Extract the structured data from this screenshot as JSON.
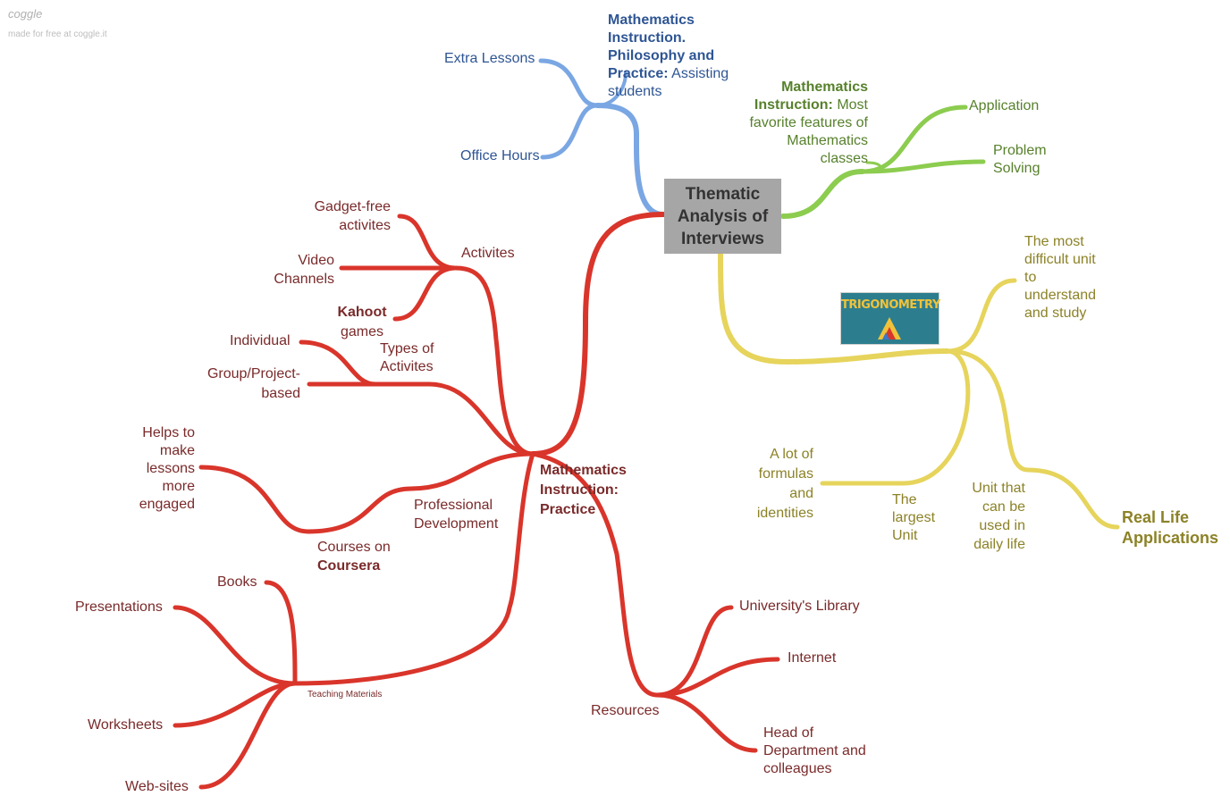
{
  "branding": {
    "logo": "coggle",
    "tagline": "made for free at coggle.it"
  },
  "colors": {
    "red": "#d9352b",
    "blue": "#7aa7e3",
    "green": "#8ccc4f",
    "yellow": "#e6d45c"
  },
  "center": {
    "title": "Thematic Analysis of Interviews"
  },
  "blue": {
    "node_bold": "Mathematics Instruction. Philosophy and Practice:",
    "node_rest": "Assisting students",
    "extra": "Extra Lessons",
    "office": "Office Hours"
  },
  "green": {
    "node_bold": "Mathematics Instruction:",
    "node_rest": "Most favorite features of Mathematics classes",
    "application": "Application",
    "problem": "Problem Solving"
  },
  "yellow": {
    "image_label": "TRIGONOMETRY",
    "difficult": "The most difficult unit to understand and study",
    "largest": "The largest Unit",
    "formulas": "A lot of formulas and identities",
    "daily": "Unit that can be used in daily life",
    "real_life": "Real Life Applications"
  },
  "red": {
    "main": "Mathematics Instruction: Practice",
    "activites": "Activites",
    "gadget": "Gadget-free activites",
    "video": "Video Channels",
    "kahoot_bold": "Kahoot",
    "kahoot_rest": "games",
    "types": "Types of Activites",
    "individual": "Individual",
    "group": "Group/Project-based",
    "prof": "Professional Development",
    "helps": "Helps to make lessons more engaged",
    "courses_pre": "Courses on",
    "courses_bold": "Coursera",
    "teaching": "Teaching Materials",
    "books": "Books",
    "presentations": "Presentations",
    "worksheets": "Worksheets",
    "websites": "Web-sites",
    "resources": "Resources",
    "library": "University's Library",
    "internet": "Internet",
    "head": "Head of Department and colleagues"
  }
}
